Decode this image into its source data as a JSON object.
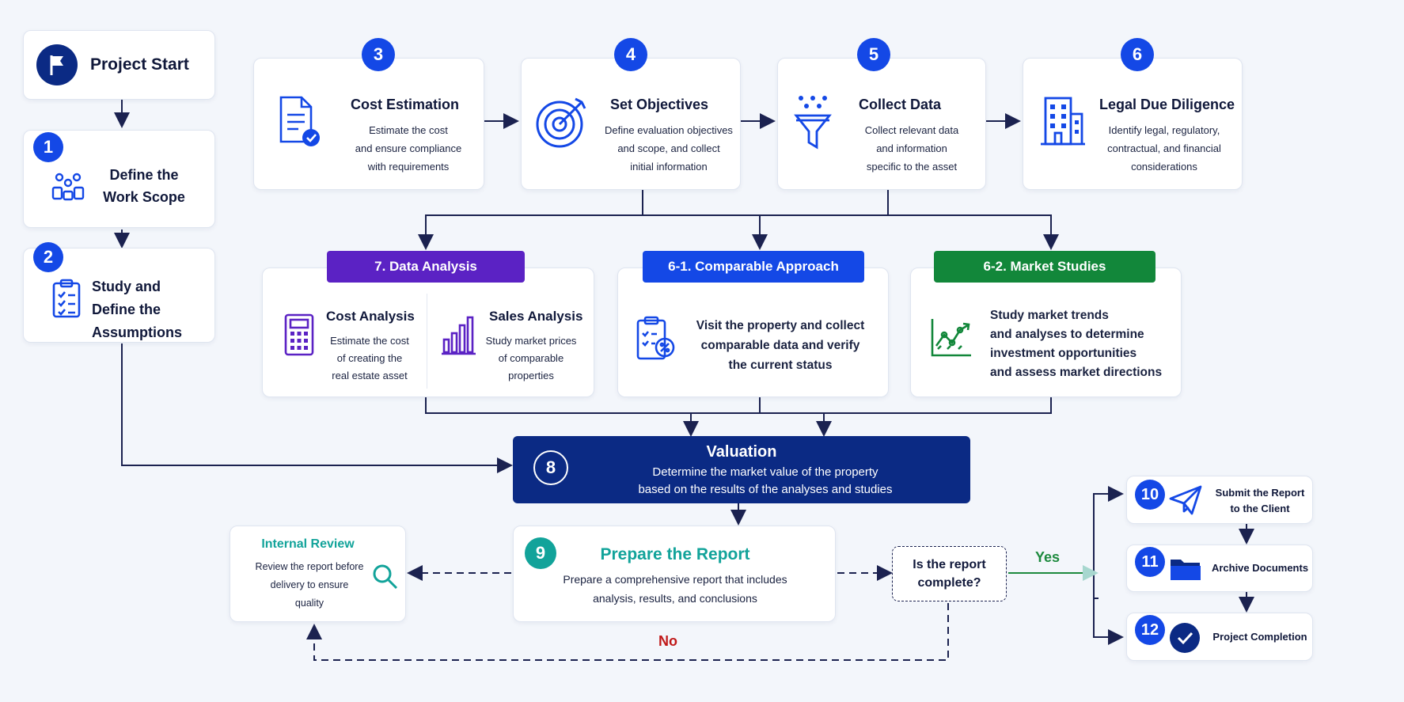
{
  "start": {
    "title": "Project Start"
  },
  "steps": {
    "s1": {
      "num": "1",
      "title": "Define the Work Scope"
    },
    "s2": {
      "num": "2",
      "title": "Study and Define the Assumptions"
    },
    "s3": {
      "num": "3",
      "title": "Cost Estimation",
      "desc": [
        "Estimate the cost",
        "and ensure compliance",
        "with requirements"
      ]
    },
    "s4": {
      "num": "4",
      "title": "Set Objectives",
      "desc": [
        "Define evaluation objectives",
        "and scope, and collect",
        "initial information"
      ]
    },
    "s5": {
      "num": "5",
      "title": "Collect Data",
      "desc": [
        "Collect relevant data",
        "and information",
        "specific to the asset"
      ]
    },
    "s6": {
      "num": "6",
      "title": "Legal Due Diligence",
      "desc": [
        "Identify legal, regulatory,",
        "contractual, and financial",
        "considerations"
      ]
    },
    "s7": {
      "header": "7. Data Analysis",
      "cost": {
        "title": "Cost Analysis",
        "desc": [
          "Estimate the cost",
          "of creating the",
          "real estate asset"
        ]
      },
      "sales": {
        "title": "Sales Analysis",
        "desc": [
          "Study market prices",
          "of comparable",
          "properties"
        ]
      }
    },
    "s61": {
      "header": "6-1. Comparable Approach",
      "desc": [
        "Visit the property and collect",
        "comparable data and verify",
        "the current status"
      ]
    },
    "s62": {
      "header": "6-2. Market Studies",
      "desc": [
        "Study market trends",
        "and analyses to determine",
        "investment opportunities",
        "and assess market directions"
      ]
    },
    "s8": {
      "num": "8",
      "title": "Valuation",
      "desc": [
        "Determine the market value of the property",
        "based on the results of the analyses and studies"
      ]
    },
    "s9": {
      "num": "9",
      "title": "Prepare the Report",
      "desc": [
        "Prepare a comprehensive report that includes",
        "analysis, results, and conclusions"
      ]
    },
    "review": {
      "title": "Internal Review",
      "desc": [
        "Review the report before",
        "delivery to ensure",
        "quality"
      ]
    },
    "decision": {
      "title": [
        "Is the report",
        "complete?"
      ],
      "yes": "Yes",
      "no": "No"
    },
    "s10": {
      "num": "10",
      "title": [
        "Submit the Report",
        "to the Client"
      ]
    },
    "s11": {
      "num": "11",
      "title": "Archive Documents"
    },
    "s12": {
      "num": "12",
      "title": "Project Completion"
    }
  },
  "colors": {
    "blue": "#1448e6",
    "navy": "#0b2a84",
    "purple": "#5b22c4",
    "green": "#12873a",
    "teal": "#12a39a",
    "yes": "#1d8a3e",
    "no": "#c01919",
    "line": "#1b2250"
  }
}
